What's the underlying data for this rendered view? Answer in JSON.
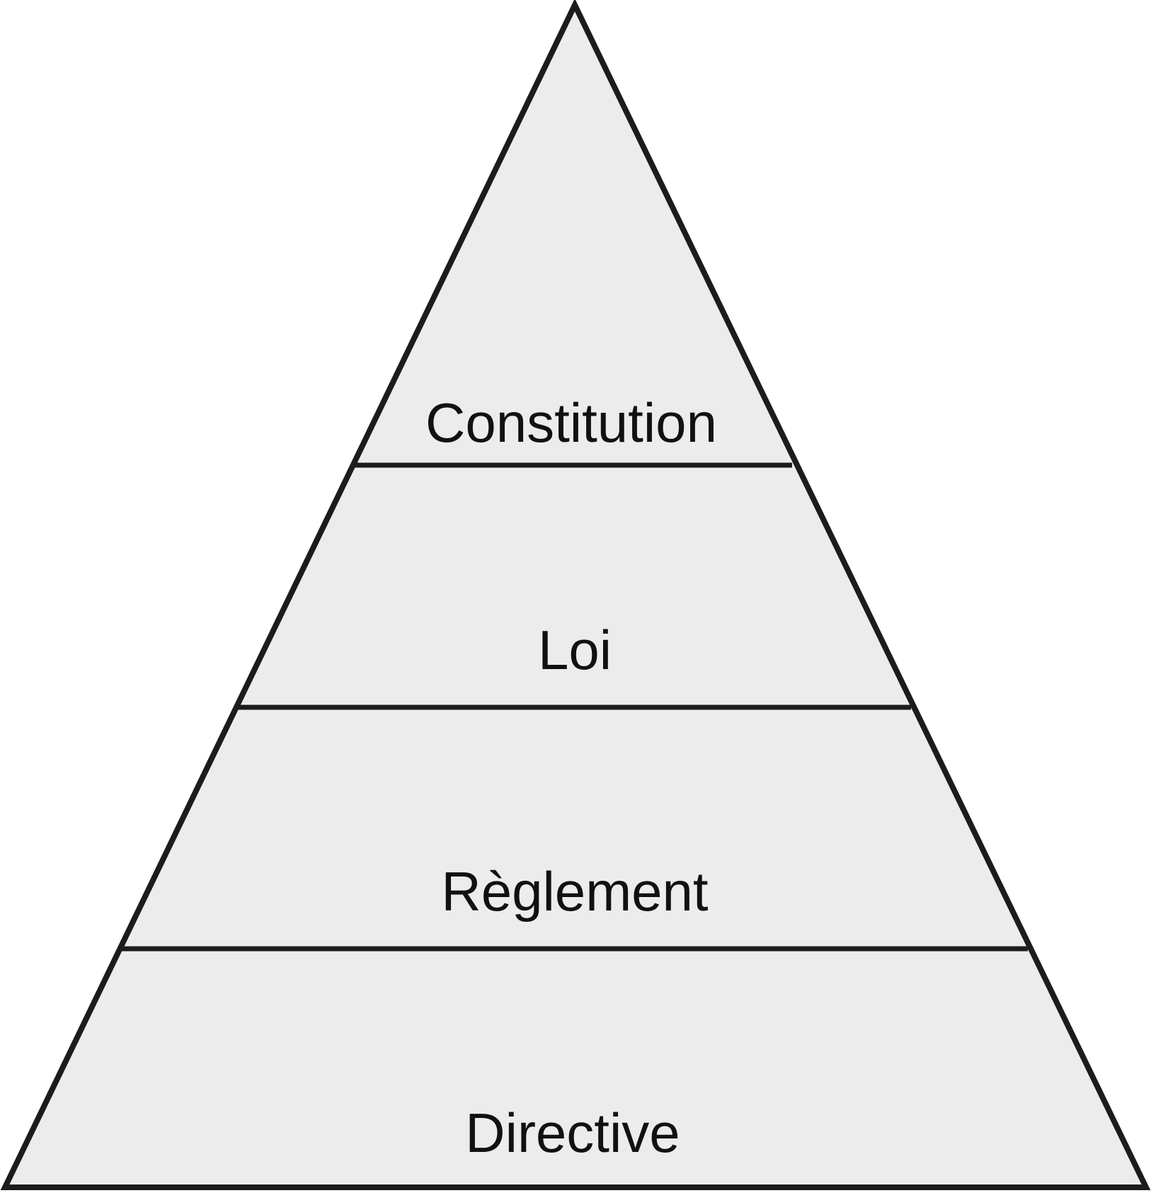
{
  "diagram": {
    "type": "pyramid",
    "fill_color": "#ececec",
    "stroke_color": "#1c1c1c",
    "background_color": "#ffffff",
    "tiers": [
      {
        "label": "Constitution"
      },
      {
        "label": "Loi"
      },
      {
        "label": "Règlement"
      },
      {
        "label": "Directive"
      }
    ]
  }
}
